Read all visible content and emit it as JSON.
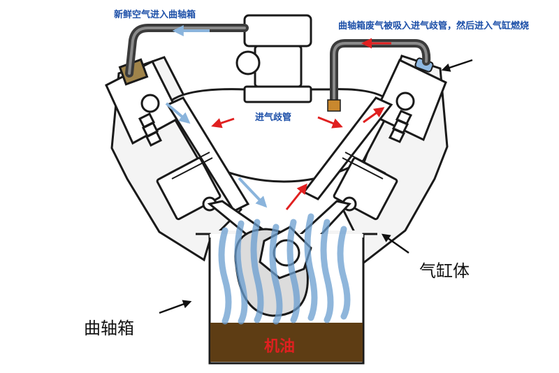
{
  "labels": {
    "fresh_air": "新鲜空气进入曲轴箱",
    "blowby": "曲轴箱废气被吸入进气歧管，然后进入气缸燃烧",
    "intake_manifold": "进气歧管",
    "cylinder_block": "气缸体",
    "crankcase": "曲轴箱",
    "oil": "机油"
  },
  "colors": {
    "fresh_air_arrow": "#8ab4dc",
    "blowby_arrow": "#e02020",
    "oil": "#5e3d14",
    "vapor": "#6a9ed0",
    "label_blue": "#1c4fa8"
  }
}
